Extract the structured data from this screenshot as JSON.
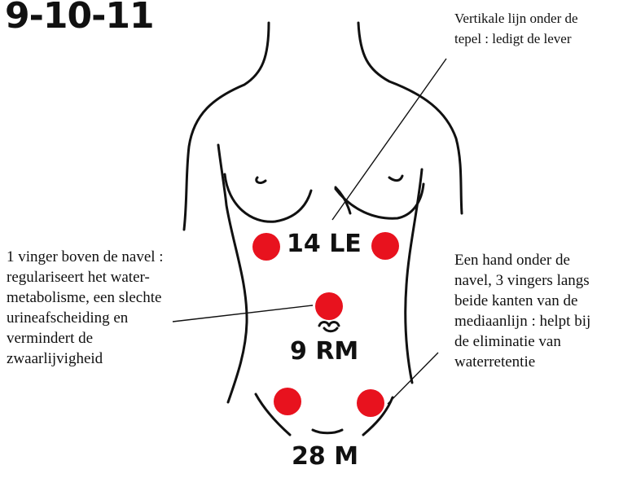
{
  "heading": "9-10-11",
  "points": {
    "le": "14 LE",
    "rm": "9 RM",
    "m": "28 M"
  },
  "notes": {
    "top": [
      "Vertikale lijn onder de",
      "tepel : ledigt de lever"
    ],
    "left": [
      "1 vinger boven de navel :",
      "regulariseert het water-",
      "metabolisme, een slechte",
      "urineafscheiding en",
      "vermindert de",
      "zwaarlijvigheid"
    ],
    "right": [
      "Een hand onder de",
      "navel, 3 vingers langs",
      "beide kanten van de",
      "mediaanlijn : helpt bij",
      "de eliminatie van",
      "waterretentie"
    ]
  },
  "colors": {
    "point": "#e8121e",
    "line": "#111111"
  }
}
